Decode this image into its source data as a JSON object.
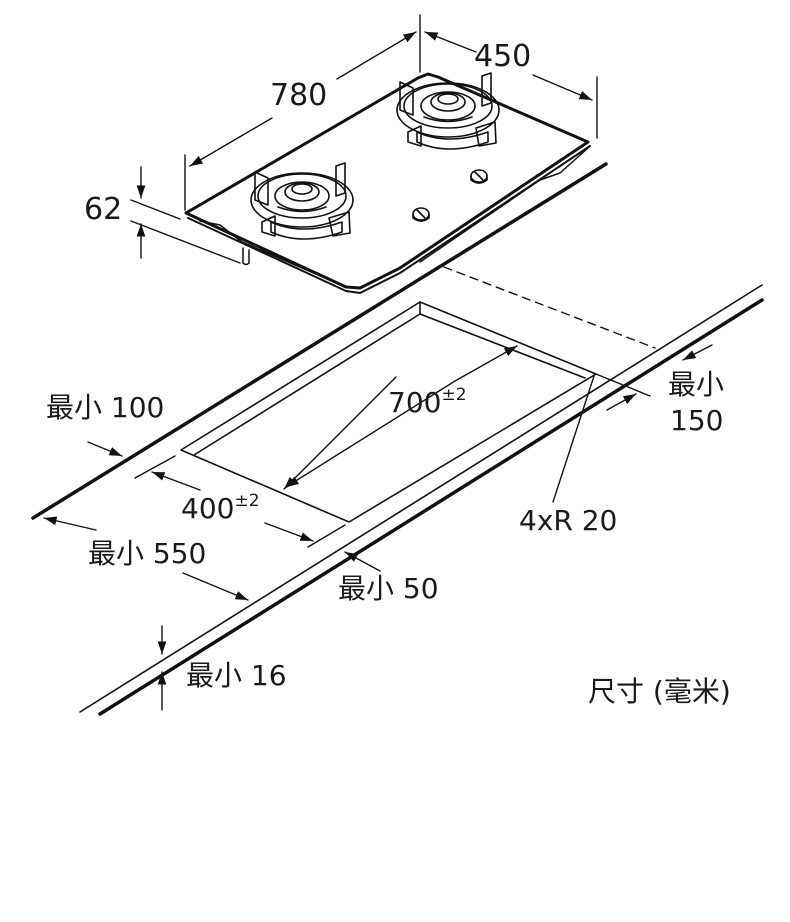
{
  "diagram": {
    "type": "installation-dimension-drawing",
    "subject": "two-burner built-in gas hob and countertop cutout",
    "unit_label": "尺寸 (毫米)",
    "colors": {
      "line": "#111111",
      "background": "#ffffff"
    }
  },
  "appliance": {
    "width": {
      "label": "780"
    },
    "depth": {
      "label": "450"
    },
    "height": {
      "label": "62"
    },
    "burners": 2,
    "knobs": 2
  },
  "cutout": {
    "length": {
      "value": "700",
      "tolerance": "±2"
    },
    "width": {
      "value": "400",
      "tolerance": "±2"
    },
    "corner_radius": {
      "label": "4xR 20"
    }
  },
  "clearances": {
    "rear": {
      "label": "最小 100"
    },
    "front": {
      "label": "最小 50"
    },
    "side": {
      "line1": "最小",
      "line2": "150"
    },
    "worktop_depth": {
      "label": "最小 550"
    },
    "worktop_thickness": {
      "label": "最小 16"
    }
  }
}
